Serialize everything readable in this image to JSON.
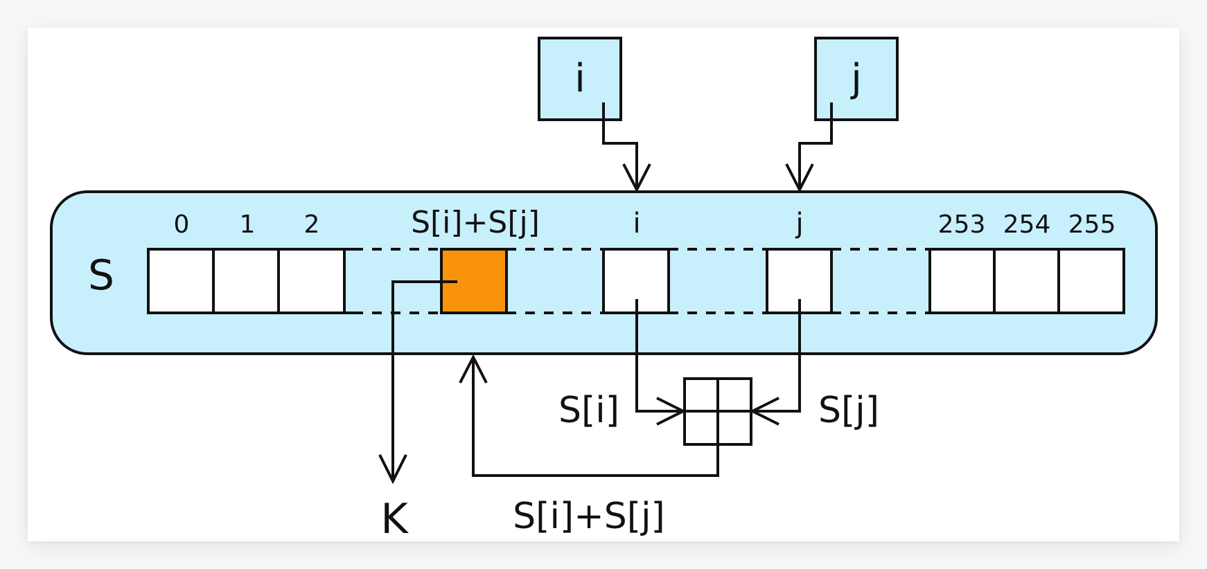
{
  "colors": {
    "container_fill": "#C8F0FC",
    "highlight_cell_fill": "#F7920A",
    "cell_fill": "#FFFFFF",
    "stroke": "#111111"
  },
  "pointers": [
    {
      "id": "i",
      "label": "i"
    },
    {
      "id": "j",
      "label": "j"
    }
  ],
  "state_array": {
    "name": "S",
    "leading_cells": [
      {
        "index_label": "0"
      },
      {
        "index_label": "1"
      },
      {
        "index_label": "2"
      }
    ],
    "highlight_cell": {
      "index_label": "S[i]+S[j]"
    },
    "i_cell": {
      "index_label": "i"
    },
    "j_cell": {
      "index_label": "j"
    },
    "trailing_cells": [
      {
        "index_label": "253"
      },
      {
        "index_label": "254"
      },
      {
        "index_label": "255"
      }
    ]
  },
  "adder": {
    "input_left_label": "S[i]",
    "input_right_label": "S[j]",
    "output_label": "S[i]+S[j]"
  },
  "output": {
    "label": "K"
  }
}
